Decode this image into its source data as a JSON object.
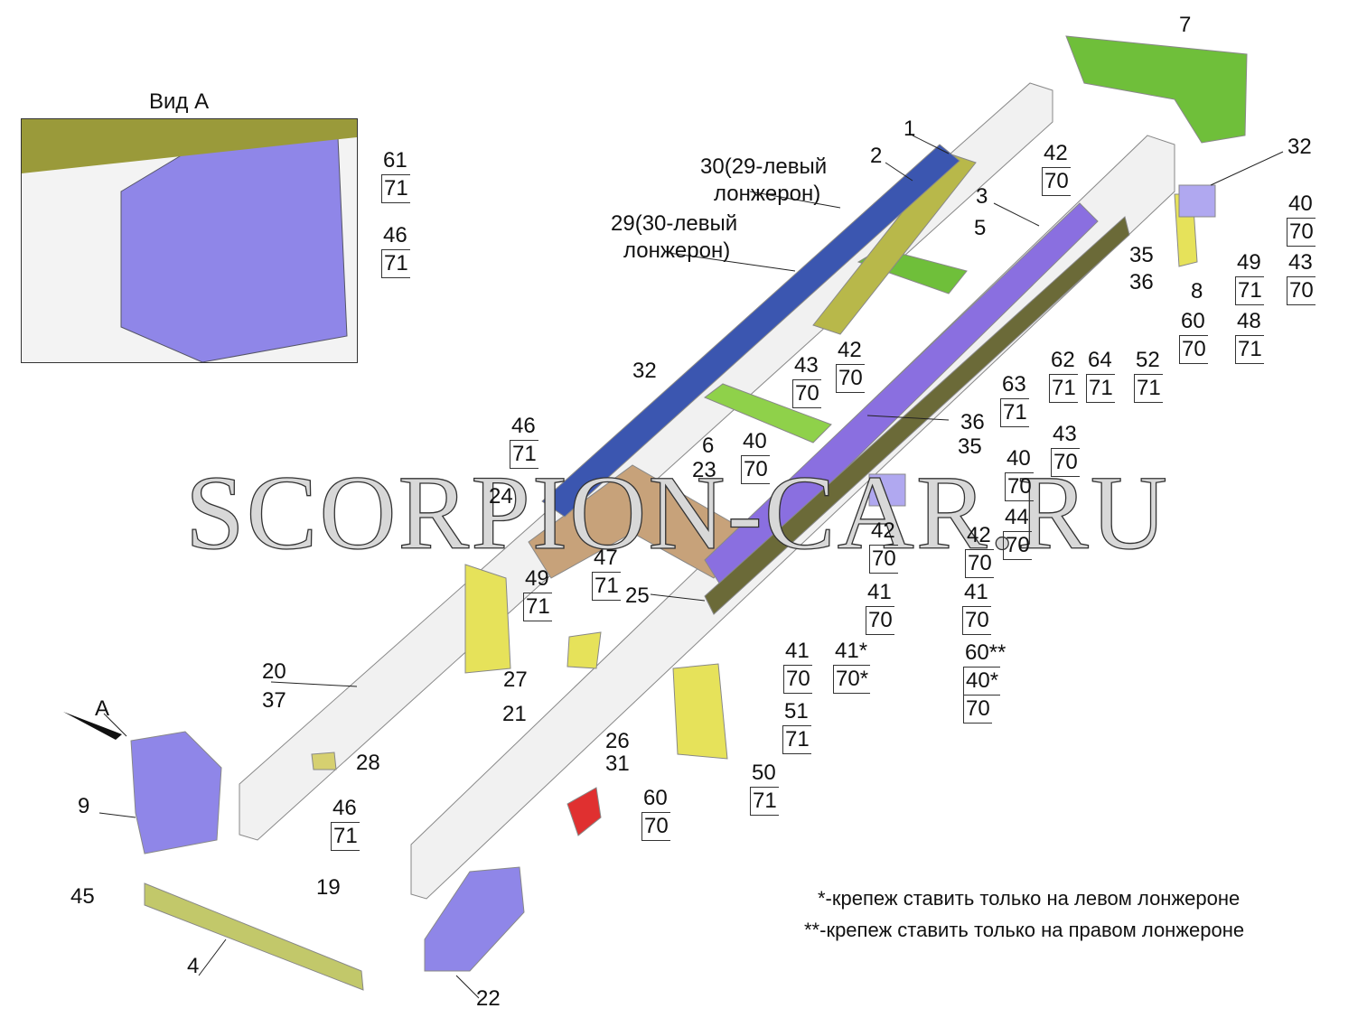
{
  "inset": {
    "title": "Вид А",
    "callouts": [
      {
        "top": "61",
        "bottom": "71"
      },
      {
        "top": "46",
        "bottom": "71"
      }
    ]
  },
  "long_labels": [
    {
      "line1": "30(29-левый",
      "line2": "лонжерон)"
    },
    {
      "line1": "29(30-левый",
      "line2": "лонжерон)"
    }
  ],
  "single_labels": [
    "1",
    "2",
    "3",
    "5",
    "7",
    "32",
    "8",
    "35",
    "36",
    "32",
    "6",
    "23",
    "24",
    "25",
    "36",
    "35",
    "20",
    "21",
    "27",
    "37",
    "28",
    "26",
    "31",
    "9",
    "A",
    "45",
    "19",
    "4",
    "22"
  ],
  "callouts": [
    {
      "top": "42",
      "bottom": "70"
    },
    {
      "top": "40",
      "bottom": "70"
    },
    {
      "top": "43",
      "bottom": "70"
    },
    {
      "top": "49",
      "bottom": "71"
    },
    {
      "top": "48",
      "bottom": "71"
    },
    {
      "top": "60",
      "bottom": "70"
    },
    {
      "top": "52",
      "bottom": "71"
    },
    {
      "top": "64",
      "bottom": "71"
    },
    {
      "top": "62",
      "bottom": "71"
    },
    {
      "top": "63",
      "bottom": "71"
    },
    {
      "top": "42",
      "bottom": "70"
    },
    {
      "top": "43",
      "bottom": "70"
    },
    {
      "top": "46",
      "bottom": "71"
    },
    {
      "top": "40",
      "bottom": "70"
    },
    {
      "top": "43",
      "bottom": "70"
    },
    {
      "top": "40",
      "bottom": "70"
    },
    {
      "top": "44",
      "bottom": "70"
    },
    {
      "top": "42",
      "bottom": "70"
    },
    {
      "top": "42",
      "bottom": "70"
    },
    {
      "top": "41",
      "bottom": "70"
    },
    {
      "top": "41",
      "bottom": "70"
    },
    {
      "top": "47",
      "bottom": "71"
    },
    {
      "top": "49",
      "bottom": "71"
    },
    {
      "top": "41",
      "bottom": "70"
    },
    {
      "top": "41*",
      "bottom": "70*"
    },
    {
      "top": "51",
      "bottom": "71"
    },
    {
      "top": "50",
      "bottom": "71"
    },
    {
      "top": "60",
      "bottom": "70"
    },
    {
      "top": "46",
      "bottom": "71"
    }
  ],
  "triple_callout": {
    "a": "60**",
    "b": "40*",
    "c": "70"
  },
  "notes": [
    "*-крепеж ставить только на левом лонжероне",
    "**-крепеж ставить только на правом лонжероне"
  ],
  "watermark": "SCORPION-CAR.RU",
  "colors": {
    "blue": "#3b56b0",
    "purple": "#8a6fe0",
    "green": "#6fbf3a",
    "yellow": "#e6e25a",
    "tan": "#c7a27a",
    "red": "#e03030",
    "rail": "#f2f2f2",
    "bracket": "#8f86e8"
  }
}
